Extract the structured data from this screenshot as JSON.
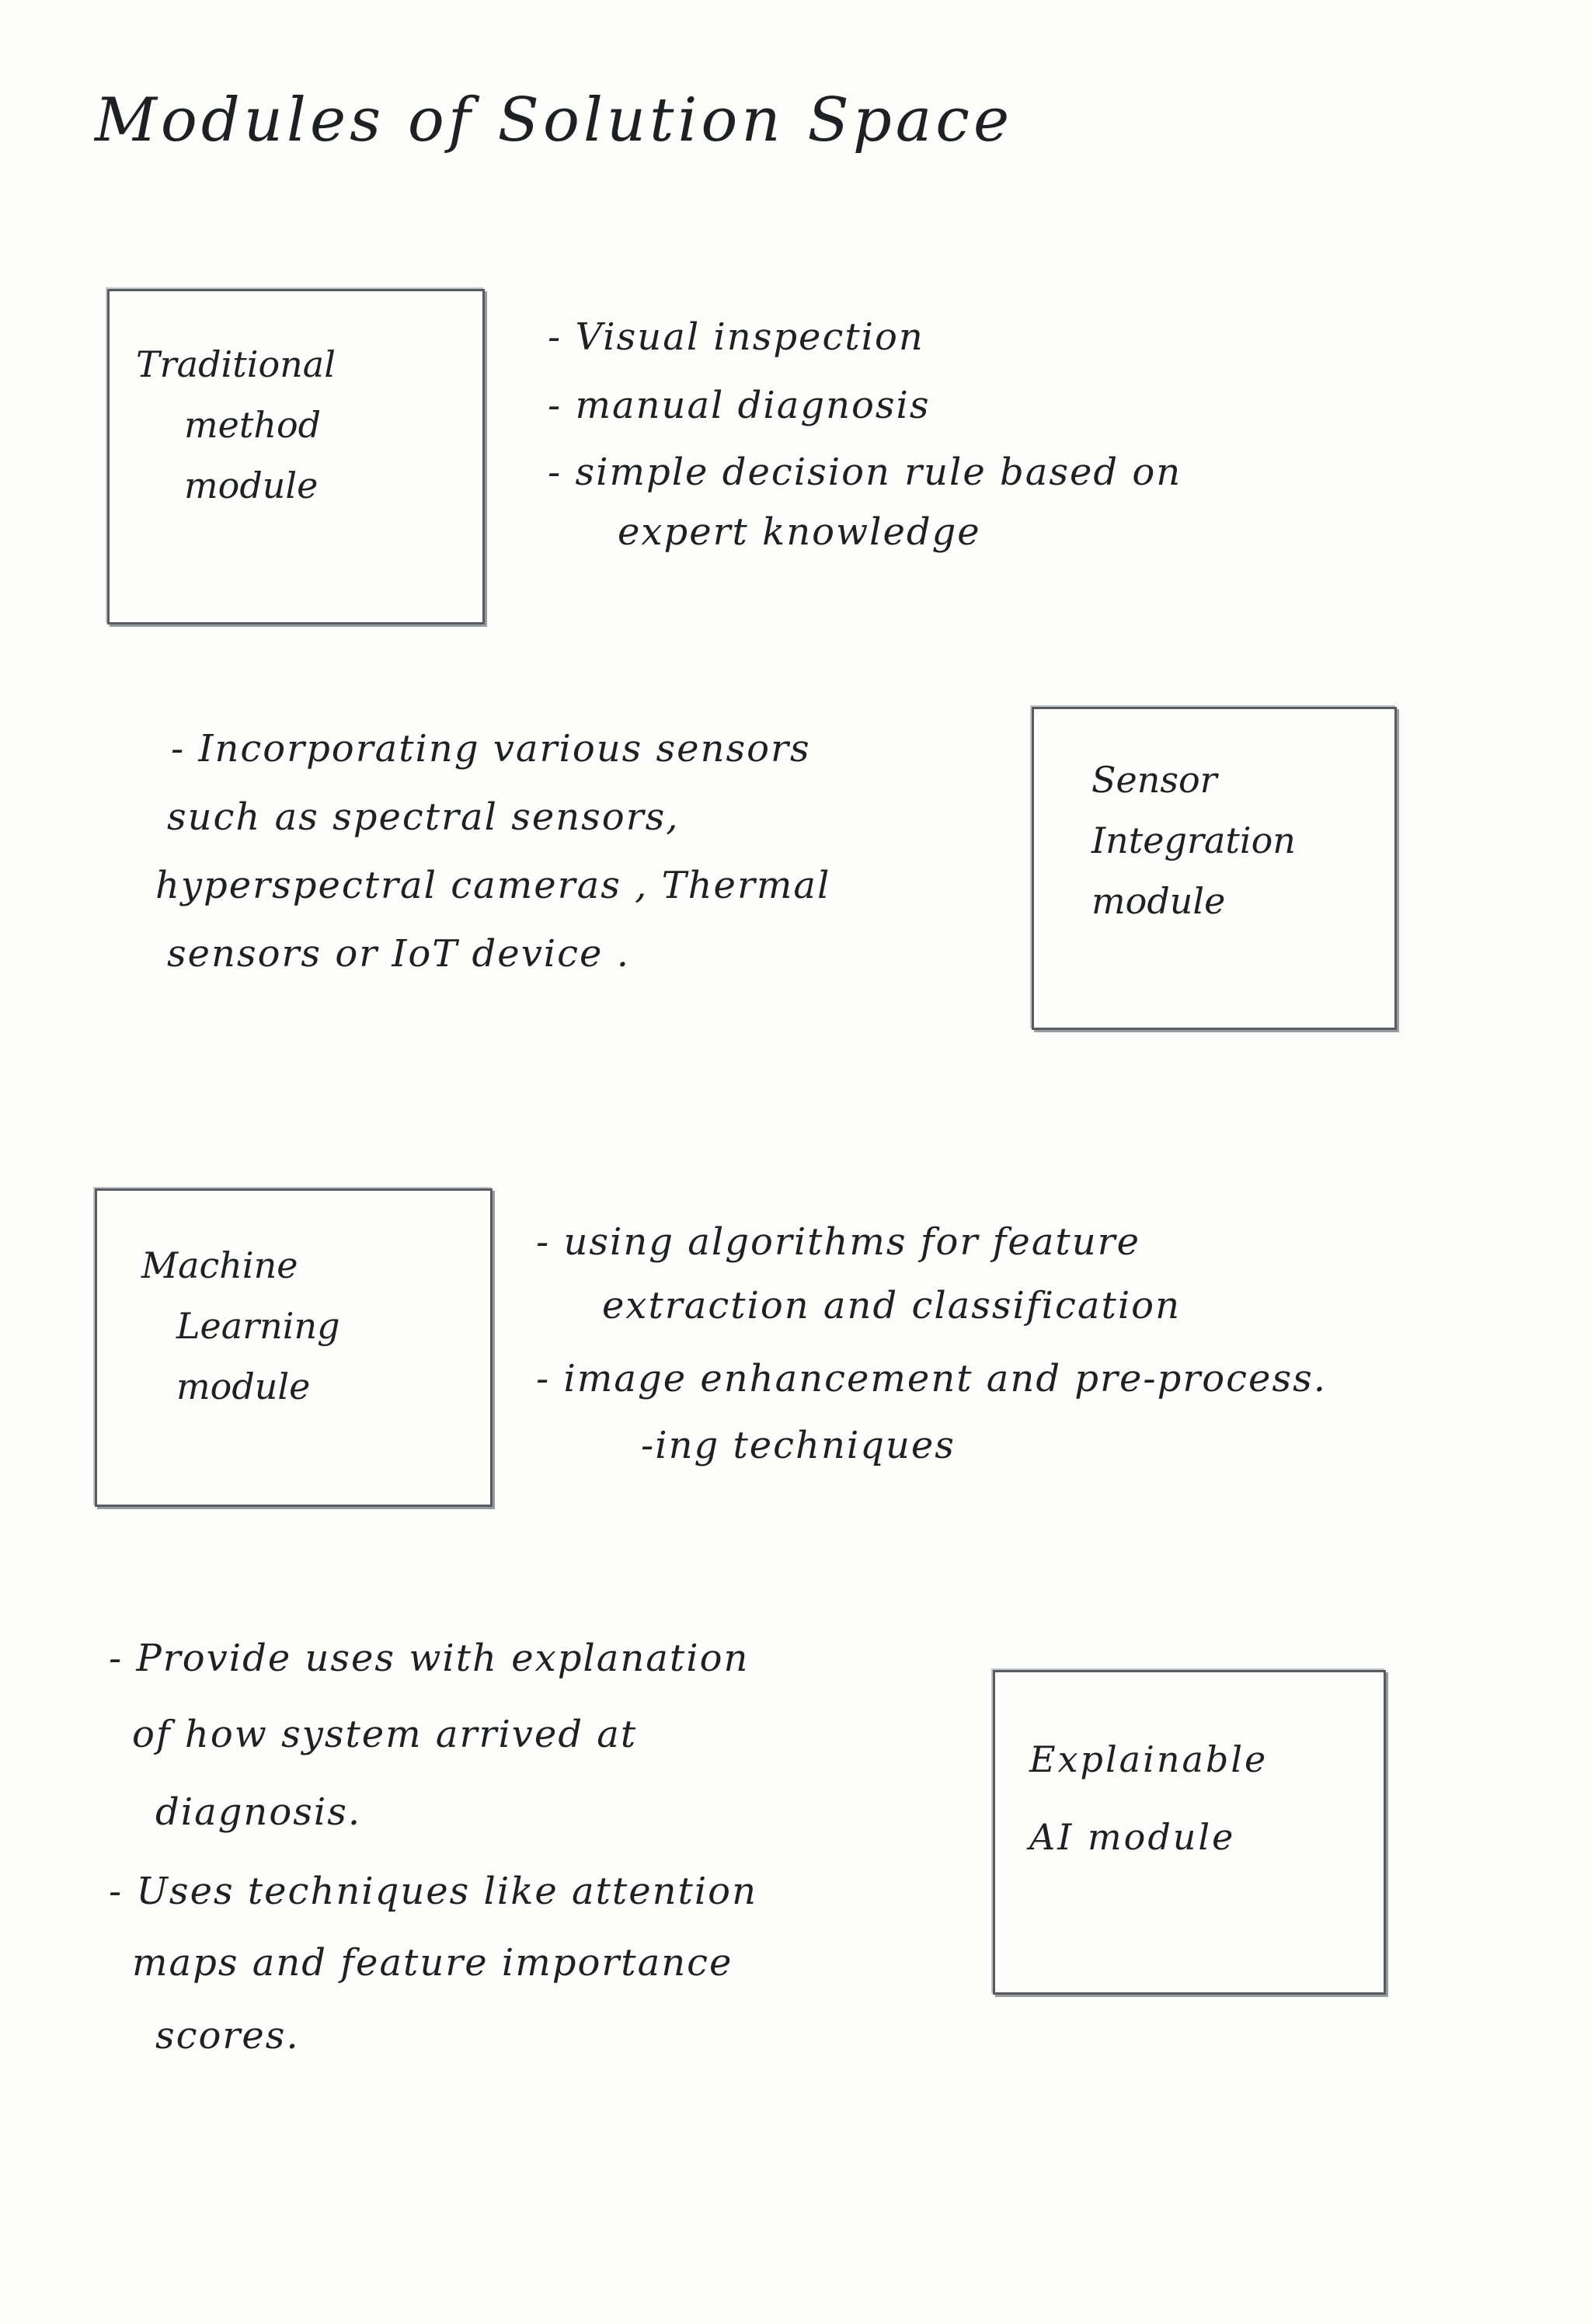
{
  "title": "Modules of Solution Space",
  "modules": [
    {
      "label_lines": [
        "Traditional",
        "method",
        "module"
      ],
      "note_lines": [
        "- Visual inspection",
        "- manual diagnosis",
        "- simple decision rule based on",
        "expert knowledge"
      ]
    },
    {
      "label_lines": [
        "Sensor",
        "Integration",
        "module"
      ],
      "note_lines": [
        "- Incorporating various sensors",
        "such as spectral sensors,",
        "hyperspectral cameras , Thermal",
        "sensors or IoT device ."
      ]
    },
    {
      "label_lines": [
        "Machine",
        "Learning",
        "module"
      ],
      "note_lines": [
        "- using algorithms for feature",
        "extraction and classification",
        "- image enhancement and pre-process.",
        "-ing techniques"
      ]
    },
    {
      "label_lines": [
        "Explainable",
        "AI module"
      ],
      "note_lines": [
        "- Provide uses with explanation",
        "of how system arrived at",
        "diagnosis.",
        "- Uses techniques like attention",
        "maps and feature importance",
        "scores."
      ]
    }
  ]
}
